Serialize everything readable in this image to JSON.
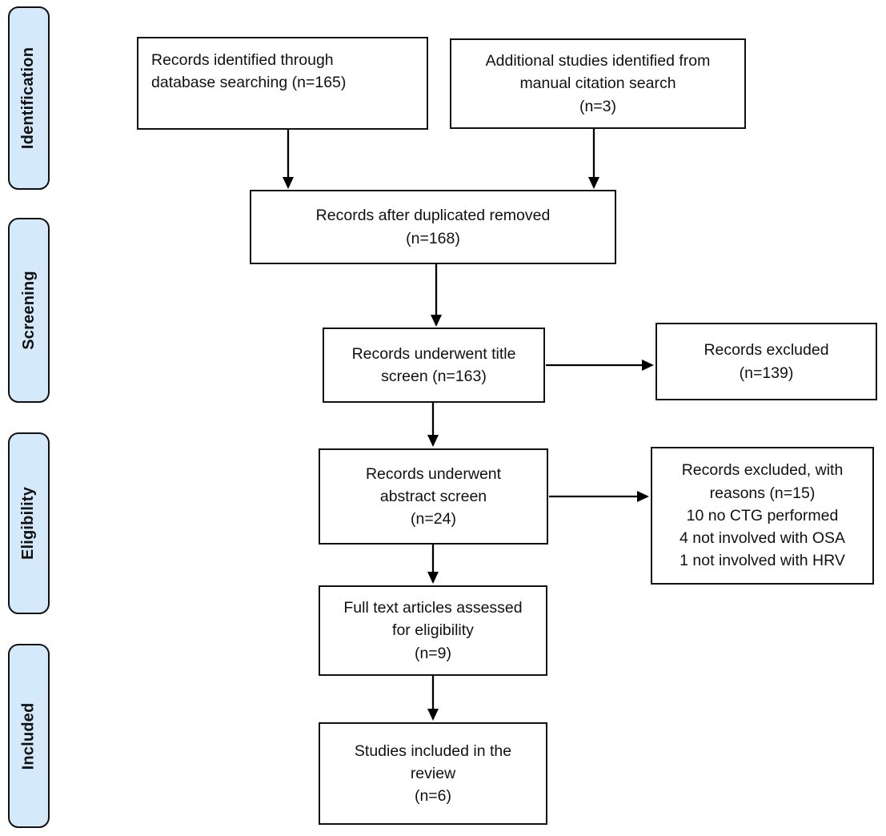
{
  "diagram": {
    "type": "prisma-flow",
    "stages": {
      "identification": "Identification",
      "screening": "Screening",
      "eligibility": "Eligibility",
      "included": "Included"
    },
    "boxes": {
      "db_search": "Records identified through\ndatabase searching (n=165)",
      "manual_search": "Additional studies identified from\nmanual citation search\n(n=3)",
      "after_duplicates": "Records after duplicated removed\n(n=168)",
      "title_screen": "Records underwent title\nscreen (n=163)",
      "excluded_title": "Records excluded\n(n=139)",
      "abstract_screen": "Records underwent\nabstract screen\n(n=24)",
      "excluded_reasons": "Records excluded, with\nreasons (n=15)\n10 no CTG performed\n4 not involved with OSA\n1 not involved with HRV",
      "full_text": "Full text articles assessed\nfor eligibility\n(n=9)",
      "included_review": "Studies included in the\nreview\n(n=6)"
    },
    "counts": {
      "database_search": 165,
      "manual_citation_search": 3,
      "after_duplicates_removed": 168,
      "title_screened": 163,
      "excluded_after_title": 139,
      "abstract_screened": 24,
      "excluded_with_reasons": 15,
      "no_ctg_performed": 10,
      "not_involved_with_osa": 4,
      "not_involved_with_hrv": 1,
      "full_text_assessed": 9,
      "included_in_review": 6
    },
    "colors": {
      "stage_fill": "#d4e9f9",
      "stroke": "#000000",
      "background": "#ffffff"
    }
  }
}
